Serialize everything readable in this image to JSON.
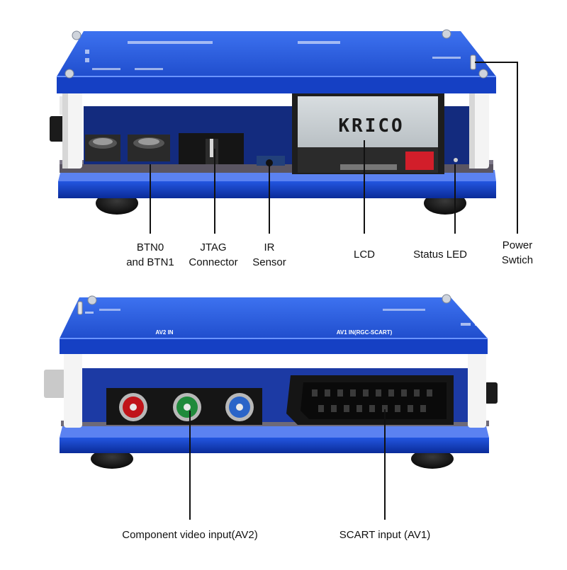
{
  "lcd": {
    "display_text": "KRICO"
  },
  "top_device": {
    "labels": {
      "btn0": "BTN0",
      "btn1": "and  BTN1",
      "jtag1": "JTAG",
      "jtag2": "Connector",
      "ir1": "IR",
      "ir2": "Sensor",
      "lcd": "LCD",
      "status_led": "Status LED",
      "power1": "Power",
      "power2": "Swtich"
    }
  },
  "bottom_device": {
    "panel_text": {
      "av2": "AV2 IN",
      "av1": "AV1 IN(RGC-SCART)"
    },
    "labels": {
      "component": "Component video input(AV2)",
      "scart": "SCART input (AV1)"
    }
  },
  "colors": {
    "acrylic": "#1a4fd6",
    "acrylic_dark": "#0b2fa0",
    "rca_red": "#c0141a",
    "rca_green": "#1f8a3b",
    "rca_blue": "#2a64c8"
  }
}
